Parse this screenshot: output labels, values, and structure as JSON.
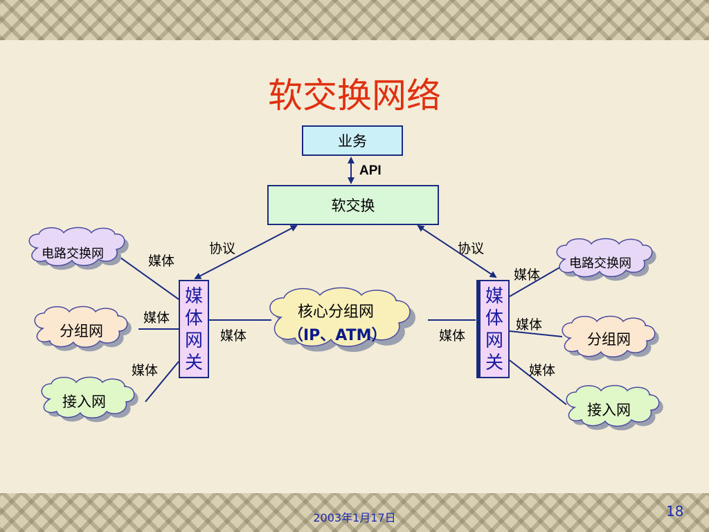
{
  "title": "软交换网络",
  "nodes": {
    "business": "业务",
    "softswitch": "软交换",
    "api": "API",
    "media_gateway_left": "媒\n体\n网\n关",
    "media_gateway_right": "媒\n体\n网\n关",
    "core_network_line1": "核心分组网",
    "core_network_line2": "（IP、ATM）",
    "left_circuit": "电路交换网",
    "left_packet": "分组网",
    "left_access": "接入网",
    "right_circuit": "电路交换网",
    "right_packet": "分组网",
    "right_access": "接入网"
  },
  "edge_labels": {
    "protocol_left": "协议",
    "protocol_right": "协议",
    "media": "媒体"
  },
  "footer": {
    "date": "2003年1月17日",
    "page": "18"
  },
  "colors": {
    "title": "#e03010",
    "line": "#1a2a80",
    "cloud_circuit": "#e8d8f8",
    "cloud_packet": "#fce8d0",
    "cloud_access": "#e0f8c8",
    "cloud_core": "#f8f0b8"
  }
}
